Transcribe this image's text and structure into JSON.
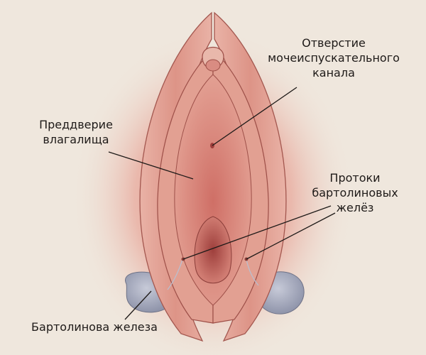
{
  "labels": {
    "urethral_opening": {
      "lines": [
        "Отверстие",
        "мочеиспускательного",
        "канала"
      ]
    },
    "vestibule": {
      "lines": [
        "Преддверие",
        "влагалища"
      ]
    },
    "bartholin_ducts": {
      "lines": [
        "Протоки",
        "бартолиновых",
        "желёз"
      ]
    },
    "bartholin_gland": {
      "lines": [
        "Бартолинова железа"
      ]
    }
  },
  "colors": {
    "background": "#efe7dd",
    "skin": "#e6b3a8",
    "tissue": "#dc8d83",
    "inner": "#cf6f66",
    "opening": "#b5524d",
    "gland": "#a8acbe",
    "outline": "#8a4a44",
    "leader_line": "#1e1a18",
    "text": "#1e1a18"
  }
}
